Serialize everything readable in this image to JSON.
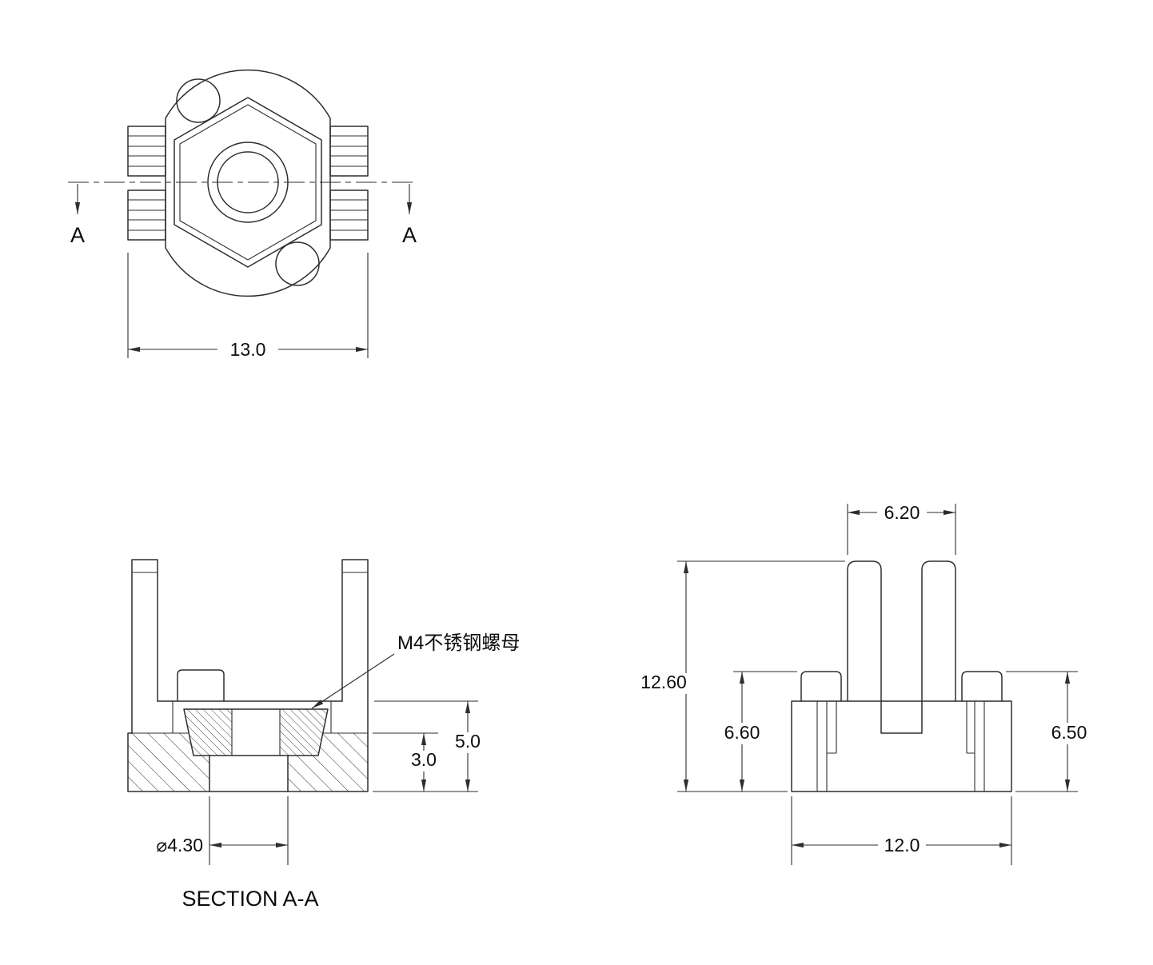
{
  "colors": {
    "background": "#ffffff",
    "line": "#2e2e2e",
    "text": "#0d0d0d"
  },
  "top_view": {
    "section_label_left": "A",
    "section_label_right": "A",
    "dim_overall_width": "13.0"
  },
  "section_view": {
    "caption": "SECTION A-A",
    "nut_note": "M4不锈钢螺母",
    "dim_pocket_height": "5.0",
    "dim_base_thickness": "3.0",
    "dim_hole_diameter": "⌀4.30"
  },
  "side_view": {
    "dim_slot_width": "6.20",
    "dim_overall_height": "12.60",
    "dim_left_height": "6.60",
    "dim_right_height": "6.50",
    "dim_base_width": "12.0"
  }
}
